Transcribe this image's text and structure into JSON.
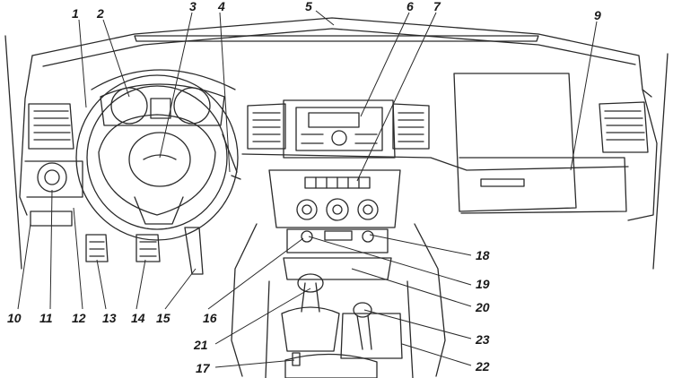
{
  "diagram": {
    "callouts": [
      "1",
      "2",
      "3",
      "4",
      "5",
      "6",
      "7",
      "9",
      "10",
      "11",
      "12",
      "13",
      "14",
      "15",
      "16",
      "17",
      "18",
      "19",
      "20",
      "21",
      "22",
      "23"
    ]
  }
}
